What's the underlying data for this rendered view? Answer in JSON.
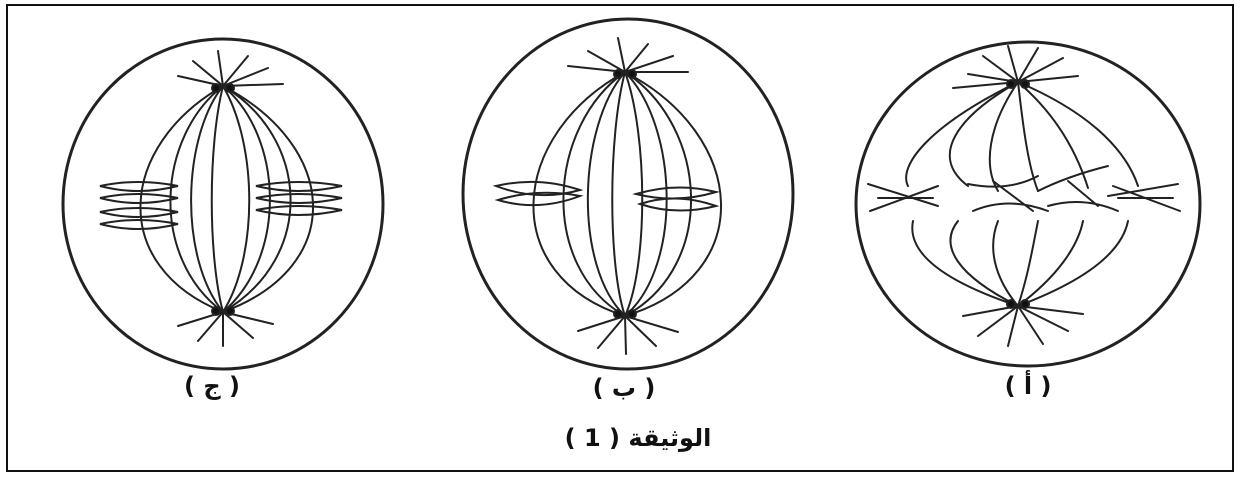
{
  "figure": {
    "cells": [
      {
        "label": "( ج )"
      },
      {
        "label": "( ب )"
      },
      {
        "label": "( أ )"
      }
    ],
    "caption": "الوثيقة ( 1 )"
  }
}
